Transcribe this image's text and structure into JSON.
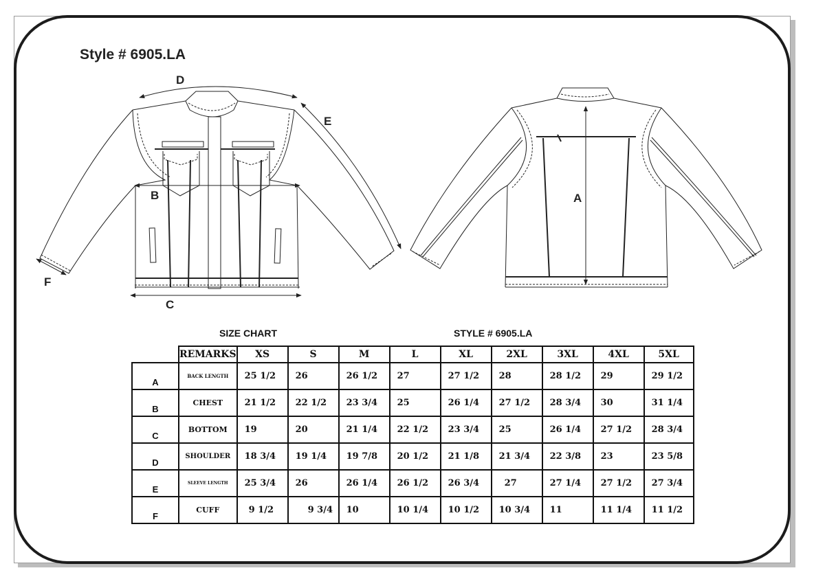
{
  "style_title": "Style # 6905.LA",
  "labels": {
    "A": "A",
    "B": "B",
    "C": "C",
    "D": "D",
    "E": "E",
    "F": "F"
  },
  "size_chart_title": "SIZE CHART",
  "style_number_title": "STYLE # 6905.LA",
  "table": {
    "remarks_header": "REMARKS",
    "sizes": [
      "XS",
      "S",
      "M",
      "L",
      "XL",
      "2XL",
      "3XL",
      "4XL",
      "5XL"
    ],
    "rows": [
      {
        "letter": "A",
        "remark": "BACK LENGTH",
        "values": [
          "25 1/2",
          "26",
          "26 1/2",
          "27",
          "27 1/2",
          "28",
          "28 1/2",
          "29",
          "29 1/2"
        ]
      },
      {
        "letter": "B",
        "remark": "CHEST",
        "values": [
          "21 1/2",
          "22 1/2",
          "23 3/4",
          "25",
          "26 1/4",
          "27 1/2",
          "28 3/4",
          "30",
          "31 1/4"
        ]
      },
      {
        "letter": "C",
        "remark": "BOTTOM",
        "values": [
          "19",
          "20",
          "21 1/4",
          "22 1/2",
          "23 3/4",
          "25",
          "26 1/4",
          "27 1/2",
          "28 3/4"
        ]
      },
      {
        "letter": "D",
        "remark": "SHOULDER",
        "values": [
          "18 3/4",
          "19 1/4",
          "19 7/8",
          "20 1/2",
          "21 1/8",
          "21 3/4",
          "22 3/8",
          "23",
          "23 5/8"
        ]
      },
      {
        "letter": "E",
        "remark": "SLEEVE LENGTH",
        "values": [
          "25 3/4",
          "26",
          "26 1/4",
          "26 1/2",
          "26 3/4",
          "27",
          "27 1/4",
          "27 1/2",
          "27 3/4"
        ]
      },
      {
        "letter": "F",
        "remark": "CUFF",
        "values": [
          "9 1/2",
          "9 3/4",
          "10",
          "10 1/4",
          "10 1/2",
          "10 3/4",
          "11",
          "11 1/4",
          "11 1/2"
        ]
      }
    ]
  }
}
